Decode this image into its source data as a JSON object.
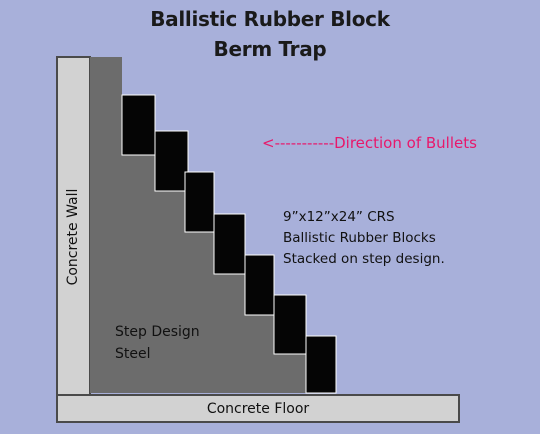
{
  "title": {
    "line1": "Ballistic Rubber Block",
    "line2": "Berm Trap"
  },
  "labels": {
    "direction": "<-----------Direction of Bullets",
    "block_note": [
      "9”x12”x24”  CRS",
      "Ballistic Rubber Blocks",
      "Stacked on step design."
    ],
    "steel": [
      "Step Design",
      "Steel"
    ],
    "wall": "Concrete Wall",
    "floor": "Concrete Floor"
  },
  "colors": {
    "background": "#a8b0da",
    "concrete": "#d2d2d2",
    "steel": "#6c6c6c",
    "rubber_block": "#050505",
    "direction_text": "#e8186b"
  },
  "blocks": {
    "count": 7
  }
}
